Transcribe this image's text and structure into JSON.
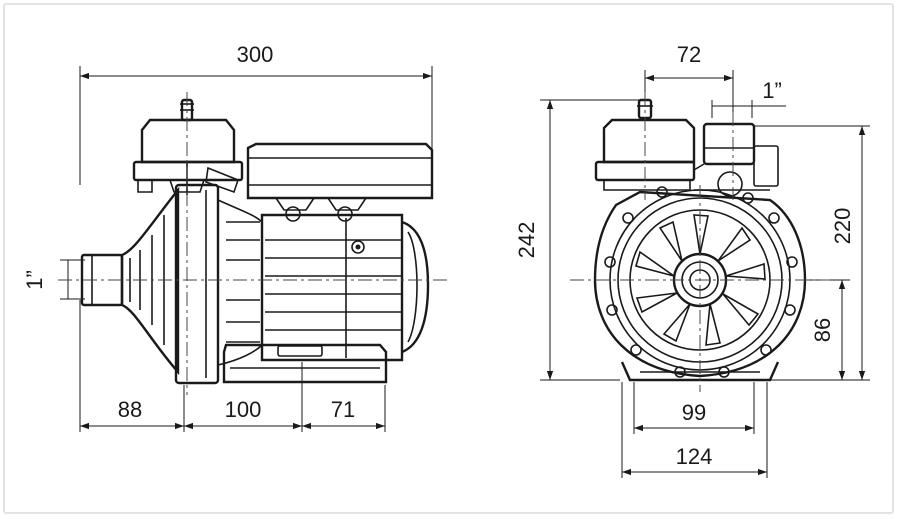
{
  "side_view": {
    "overall_length": "300",
    "inlet_size": "1”",
    "length_front": "88",
    "length_mid": "100",
    "length_rear": "71"
  },
  "front_view": {
    "outlet_offset": "72",
    "outlet_size": "1”",
    "total_height": "242",
    "outlet_height": "220",
    "axis_height": "86",
    "foot_inner_width": "99",
    "foot_outer_width": "124"
  }
}
